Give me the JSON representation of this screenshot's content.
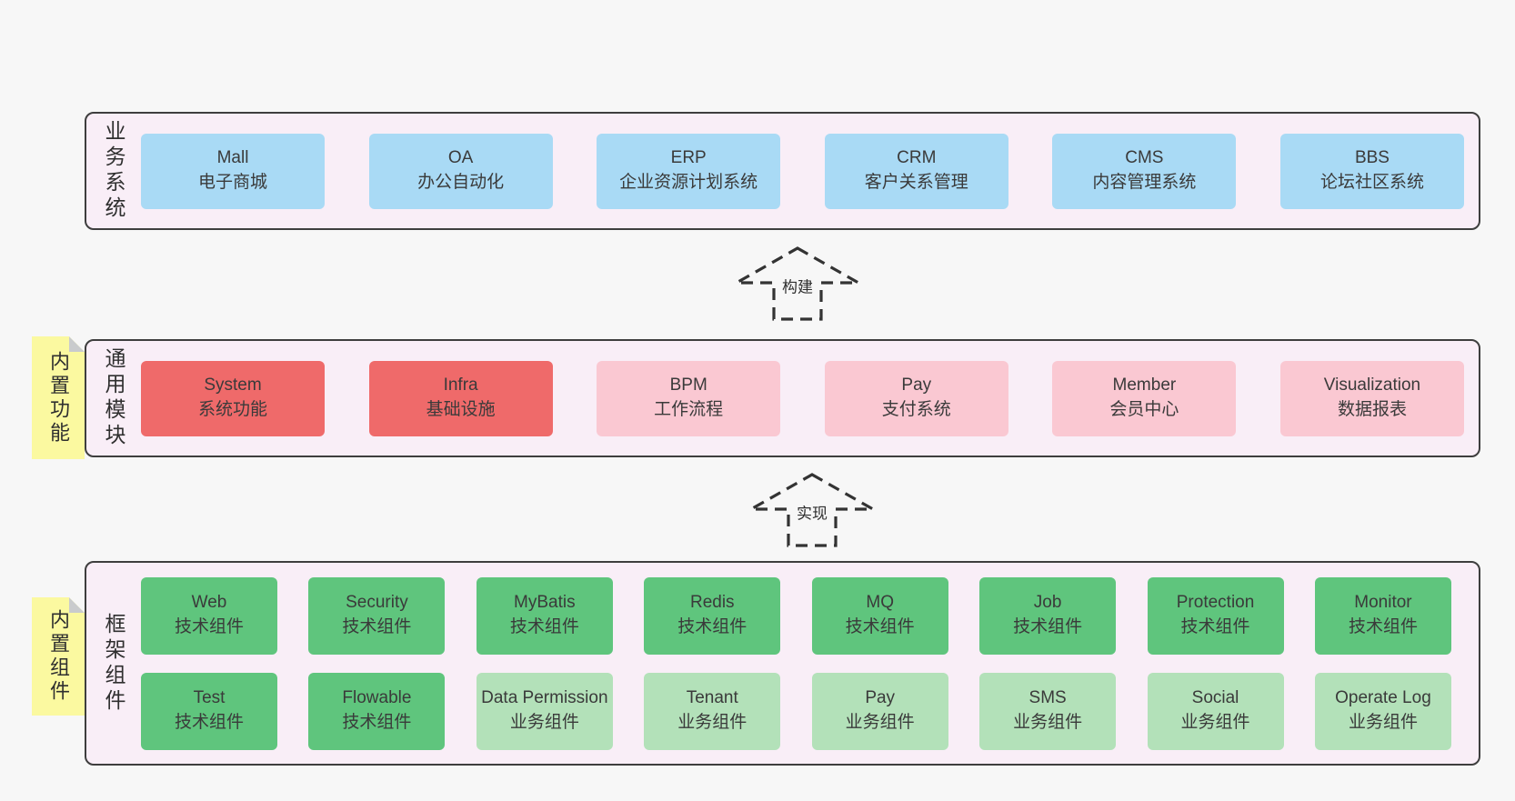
{
  "colors": {
    "page_bg": "#f7f7f7",
    "layer_bg": "#f9eef7",
    "layer_border": "#3e3e3e",
    "box_blue": "#a9daf5",
    "box_red": "#ef6a6a",
    "box_pink": "#fac8d2",
    "box_green": "#5fc57d",
    "box_green_light": "#b3e1b9",
    "tag_yellow": "#fbf9a0",
    "tag_fold": "#c9cbcd",
    "arrow_stroke": "#333333",
    "text": "#3a3a3a"
  },
  "arrows": [
    {
      "label": "构建"
    },
    {
      "label": "实现"
    }
  ],
  "layers": [
    {
      "label": "业务系统",
      "boxes": [
        {
          "en": "Mall",
          "zh": "电子商城"
        },
        {
          "en": "OA",
          "zh": "办公自动化"
        },
        {
          "en": "ERP",
          "zh": "企业资源计划系统"
        },
        {
          "en": "CRM",
          "zh": "客户关系管理"
        },
        {
          "en": "CMS",
          "zh": "内容管理系统"
        },
        {
          "en": "BBS",
          "zh": "论坛社区系统"
        }
      ]
    },
    {
      "label": "通用模块",
      "tag": "内置功能",
      "boxes": [
        {
          "en": "System",
          "zh": "系统功能"
        },
        {
          "en": "Infra",
          "zh": "基础设施"
        },
        {
          "en": "BPM",
          "zh": "工作流程"
        },
        {
          "en": "Pay",
          "zh": "支付系统"
        },
        {
          "en": "Member",
          "zh": "会员中心"
        },
        {
          "en": "Visualization",
          "zh": "数据报表"
        }
      ]
    },
    {
      "label": "框架组件",
      "tag": "内置组件",
      "rows": [
        [
          {
            "en": "Web",
            "zh": "技术组件"
          },
          {
            "en": "Security",
            "zh": "技术组件"
          },
          {
            "en": "MyBatis",
            "zh": "技术组件"
          },
          {
            "en": "Redis",
            "zh": "技术组件"
          },
          {
            "en": "MQ",
            "zh": "技术组件"
          },
          {
            "en": "Job",
            "zh": "技术组件"
          },
          {
            "en": "Protection",
            "zh": "技术组件"
          },
          {
            "en": "Monitor",
            "zh": "技术组件"
          }
        ],
        [
          {
            "en": "Test",
            "zh": "技术组件"
          },
          {
            "en": "Flowable",
            "zh": "技术组件"
          },
          {
            "en": "Data Permission",
            "zh": "业务组件"
          },
          {
            "en": "Tenant",
            "zh": "业务组件"
          },
          {
            "en": "Pay",
            "zh": "业务组件"
          },
          {
            "en": "SMS",
            "zh": "业务组件"
          },
          {
            "en": "Social",
            "zh": "业务组件"
          },
          {
            "en": "Operate Log",
            "zh": "业务组件"
          }
        ]
      ]
    }
  ]
}
